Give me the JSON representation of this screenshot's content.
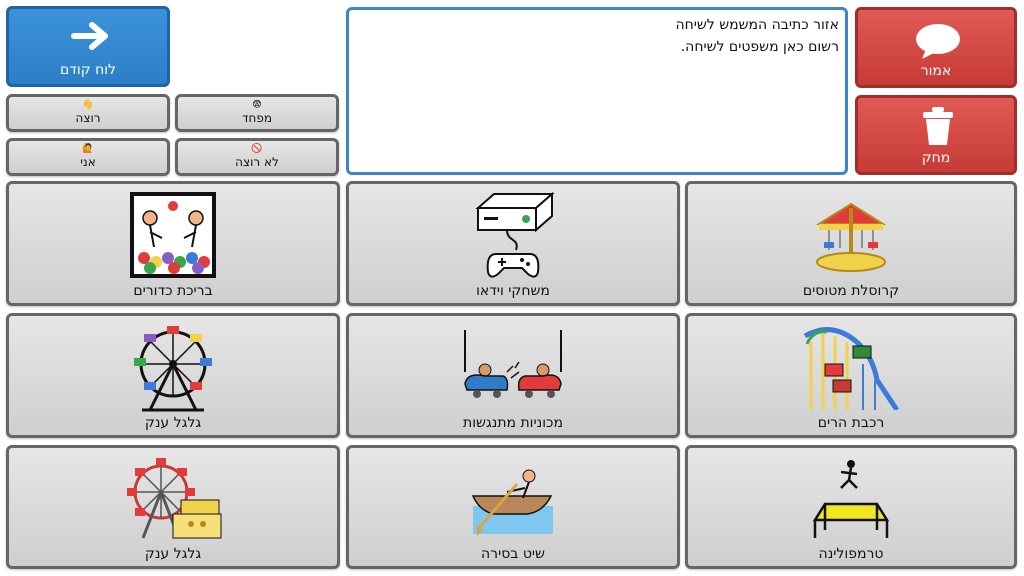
{
  "top": {
    "back": {
      "label": "לוח קודם",
      "icon": "arrow-right-icon"
    },
    "say": {
      "label": "אמור",
      "icon": "speech-bubble-icon"
    },
    "clear": {
      "label": "מחק",
      "icon": "trash-icon"
    },
    "text_area": {
      "line1": "אזור כתיבה המשמש לשיחה",
      "line2": "רשום כאן משפטים לשיחה."
    },
    "quick": [
      {
        "label": "רוצה",
        "icon": "want-icon"
      },
      {
        "label": "מפחד",
        "icon": "afraid-icon"
      },
      {
        "label": "אני",
        "icon": "me-icon"
      },
      {
        "label": "לא רוצה",
        "icon": "dont-want-icon"
      }
    ]
  },
  "grid": [
    {
      "label": "בריכת כדורים",
      "icon": "ball-pit-icon"
    },
    {
      "label": "משחקי וידאו",
      "icon": "video-game-console-icon"
    },
    {
      "label": "קרוסלת מטוסים",
      "icon": "carousel-icon"
    },
    {
      "label": "גלגל ענק",
      "icon": "ferris-wheel-icon"
    },
    {
      "label": "מכוניות מתנגשות",
      "icon": "bumper-cars-icon"
    },
    {
      "label": "רכבת הרים",
      "icon": "roller-coaster-icon"
    },
    {
      "label": "גלגל ענק",
      "icon": "ferris-wheel-2-icon"
    },
    {
      "label": "שיט בסירה",
      "icon": "rowing-boat-icon"
    },
    {
      "label": "טרמפולינה",
      "icon": "trampoline-icon"
    }
  ]
}
